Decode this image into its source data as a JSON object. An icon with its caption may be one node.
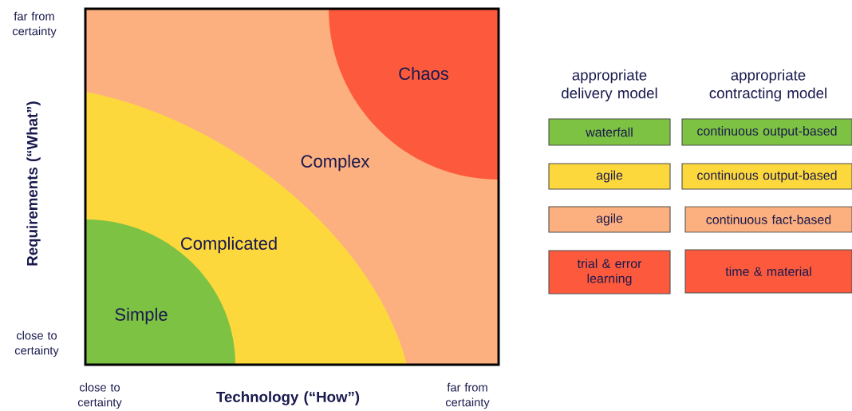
{
  "diagram": {
    "nodes": [
      {
        "text": [
          "Complex"
        ]
      },
      {
        "text": [
          "Chaos"
        ],
        "in": 0
      },
      {
        "text": [
          "Complicated"
        ],
        "in": 0
      },
      {
        "text": [
          "Simple"
        ],
        "in": 2
      },
      {
        "text": [
          "waterfall"
        ]
      },
      {
        "text": [
          "continuous output-based"
        ]
      },
      {
        "text": [
          "agile"
        ]
      },
      {
        "text": [
          "continuous output-based"
        ]
      },
      {
        "text": [
          "agile"
        ]
      },
      {
        "text": [
          "continuous fact-based"
        ]
      },
      {
        "text": [
          "trial & error learning"
        ]
      },
      {
        "text": [
          "time & material"
        ]
      }
    ],
    "edges": [],
    "labels": [
      "far from certainty",
      "appropriate delivery model",
      "appropriate contracting model",
      "Requirements (“What”)",
      "close to certainty",
      "close to certainty",
      "Technology (“How”)",
      "far from certainty"
    ]
  }
}
